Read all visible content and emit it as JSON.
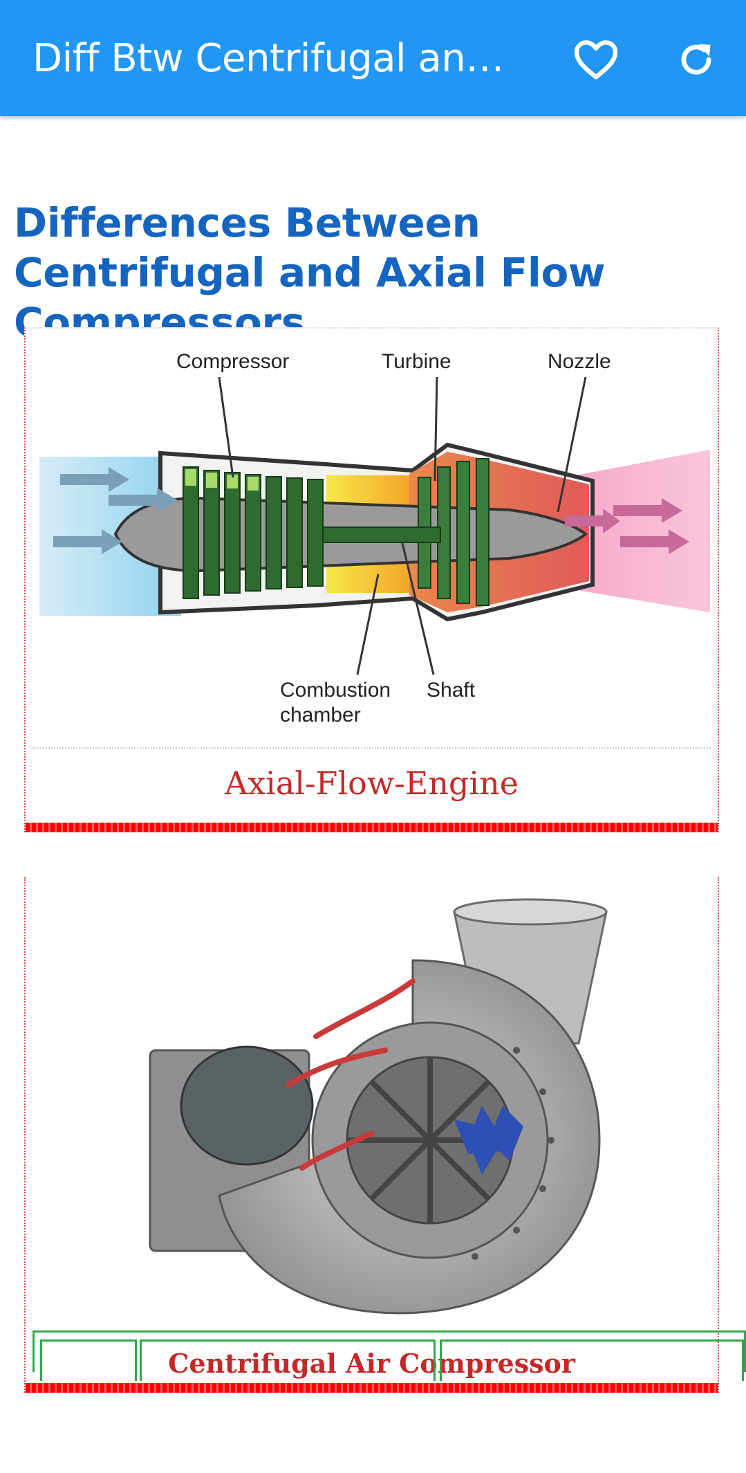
{
  "appbar": {
    "title": "Diff Btw Centrifugal and Axial Flow Compressors",
    "favorite_icon": "heart-outline-icon",
    "refresh_icon": "refresh-icon",
    "color": "#2196F3"
  },
  "article": {
    "heading": "Differences Between Centrifugal and Axial Flow Compressors",
    "heading_color": "#1565C0"
  },
  "figure_axial": {
    "labels": {
      "compressor": "Compressor",
      "turbine": "Turbine",
      "nozzle": "Nozzle",
      "combustion_line1": "Combustion",
      "combustion_line2": "chamber",
      "shaft": "Shaft"
    },
    "caption": "Axial-Flow-Engine"
  },
  "figure_centrifugal": {
    "caption": "Centrifugal Air Compressor"
  },
  "table_border_color": "#2ca84a"
}
